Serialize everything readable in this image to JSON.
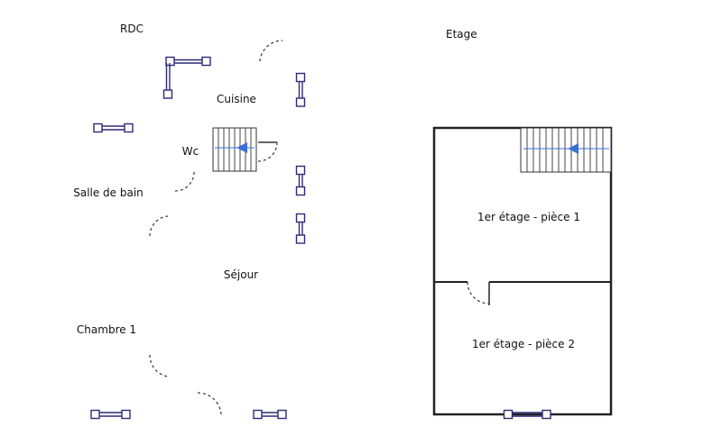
{
  "titles": {
    "ground_floor": "RDC",
    "upper_floor": "Etage"
  },
  "rooms": {
    "cuisine": "Cuisine",
    "wc": "Wc",
    "salle_de_bain": "Salle de bain",
    "sejour": "Séjour",
    "chambre_1": "Chambre 1",
    "etage_piece_1": "1er étage - pièce 1",
    "etage_piece_2": "1er étage - pièce 2"
  },
  "colors": {
    "wall": "#222222",
    "window_frame": "#2d2a7a",
    "window_glass": "#ffffff",
    "stair_arrow": "#3a6fd8",
    "stair_line": "#333333",
    "door_swing": "#333333"
  }
}
